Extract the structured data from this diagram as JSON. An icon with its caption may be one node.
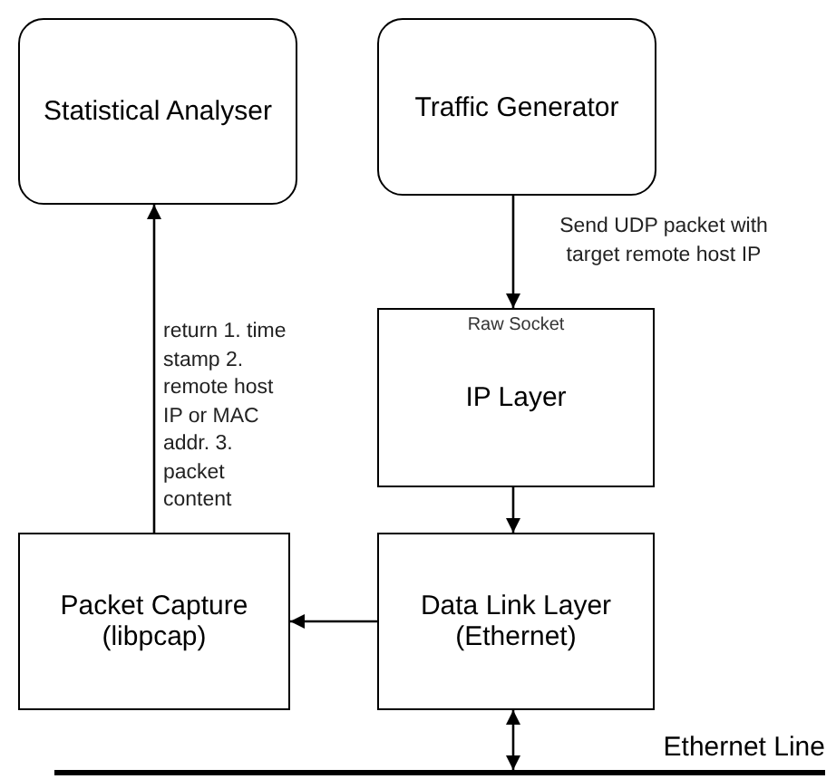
{
  "diagram": {
    "nodes": [
      {
        "text": [
          "Statistical Analyser"
        ]
      },
      {
        "text": [
          "Traffic Generator"
        ]
      },
      {
        "text": [
          "Raw Socket",
          "IP Layer"
        ]
      },
      {
        "text": [
          "Data Link Layer (Ethernet)"
        ]
      },
      {
        "text": [
          "Packet Capture (libpcap)"
        ]
      },
      {
        "text": [],
        "shape": "bar",
        "beside": [
          "Ethernet Line"
        ]
      }
    ],
    "edges": [
      {
        "from": 1,
        "to": 2,
        "arrow": "to",
        "label": "Send UDP packet with target remote host IP"
      },
      {
        "from": 2,
        "to": 3,
        "arrow": "to"
      },
      {
        "from": 3,
        "to": 4,
        "arrow": "to"
      },
      {
        "from": 4,
        "to": 0,
        "arrow": "to",
        "label": "return 1. time stamp 2. remote host IP or MAC addr. 3. packet content"
      },
      {
        "from": 3,
        "to": 5,
        "arrow": "both"
      }
    ]
  }
}
